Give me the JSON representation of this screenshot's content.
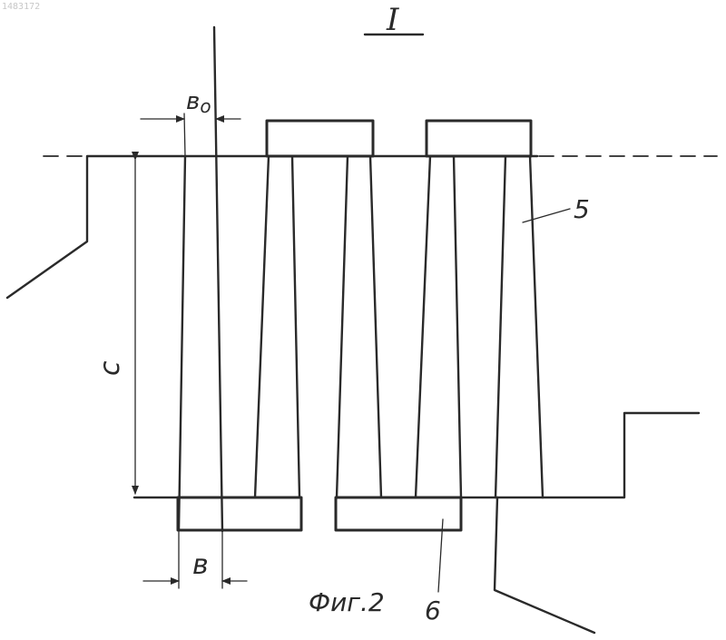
{
  "corner_mark": "1483172",
  "view_label": "I",
  "dimension_b0": "в",
  "dimension_b0_sub": "o",
  "dimension_l": "с",
  "dimension_b": "в",
  "callout_5": "5",
  "callout_6": "6",
  "figure_caption": "Фиг.2",
  "colors": {
    "ink": "#2a2a2a",
    "paper": "#ffffff"
  }
}
